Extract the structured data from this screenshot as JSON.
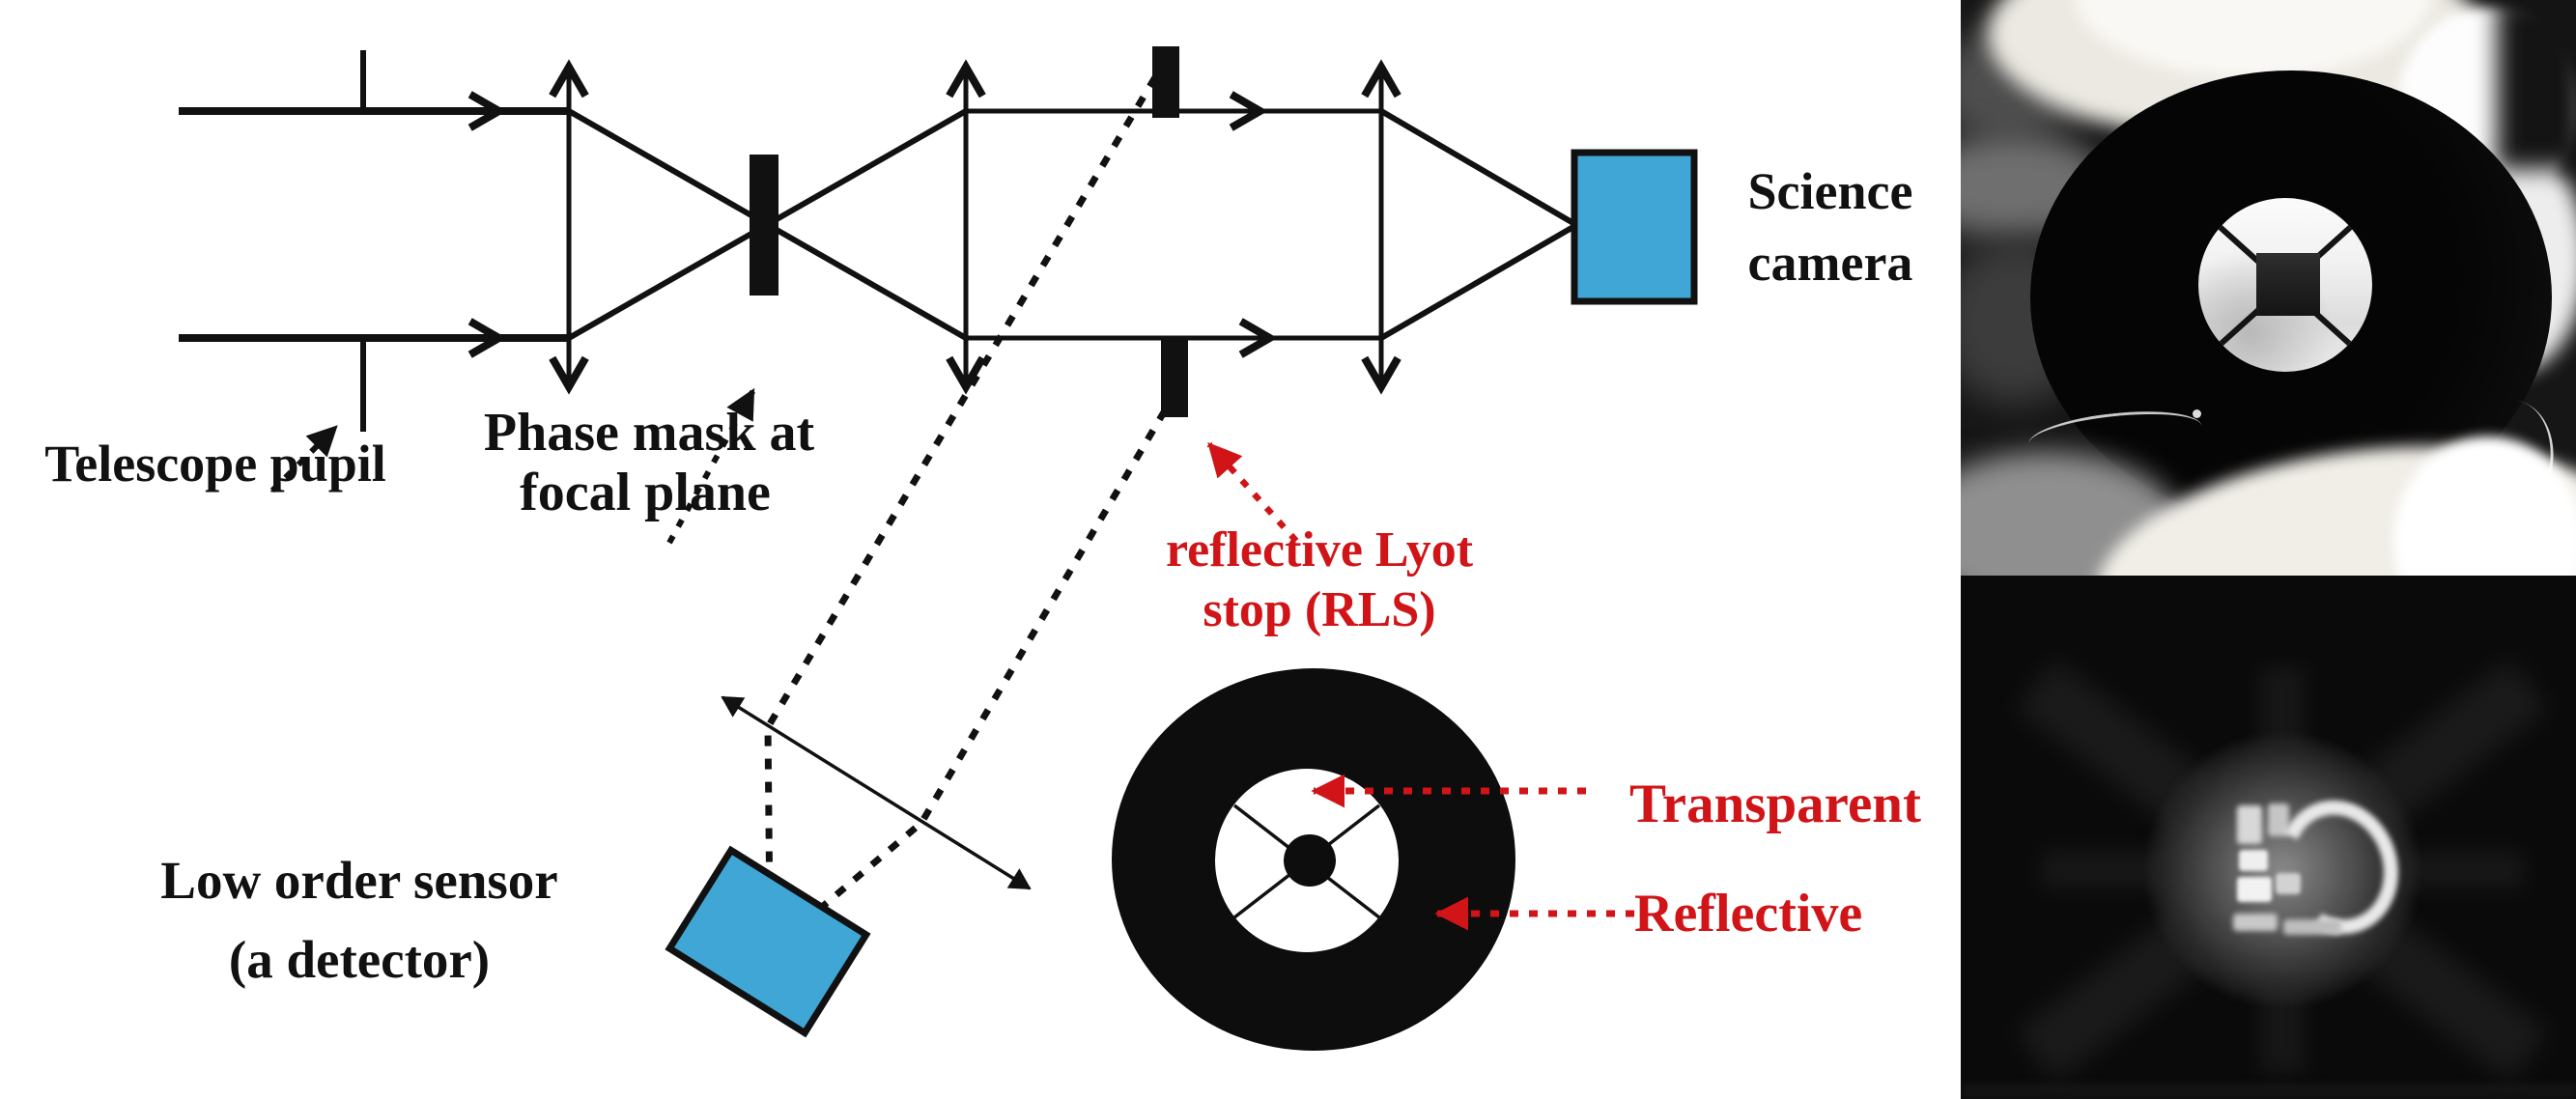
{
  "figure": {
    "labels": {
      "telescope_pupil": "Telescope pupil",
      "phase_mask_line1": "Phase mask at",
      "phase_mask_line2": "focal plane",
      "science_camera_line1": "Science",
      "science_camera_line2": "camera",
      "rls_line1": "reflective Lyot",
      "rls_line2": "stop (RLS)",
      "transparent": "Transparent",
      "reflective": "Reflective",
      "low_order_sensor_line1": "Low order sensor",
      "low_order_sensor_line2": "(a detector)"
    },
    "colors": {
      "detector_blue": "#3FA6D5",
      "label_red": "#D01418",
      "line_black": "#111111",
      "background": "#FFFFFF"
    },
    "icons": [
      "lens-double-arrow-icon",
      "ray-arrowhead-icon",
      "dotted-pointer-arrow-icon",
      "red-dotted-pointer-arrow-icon"
    ]
  }
}
